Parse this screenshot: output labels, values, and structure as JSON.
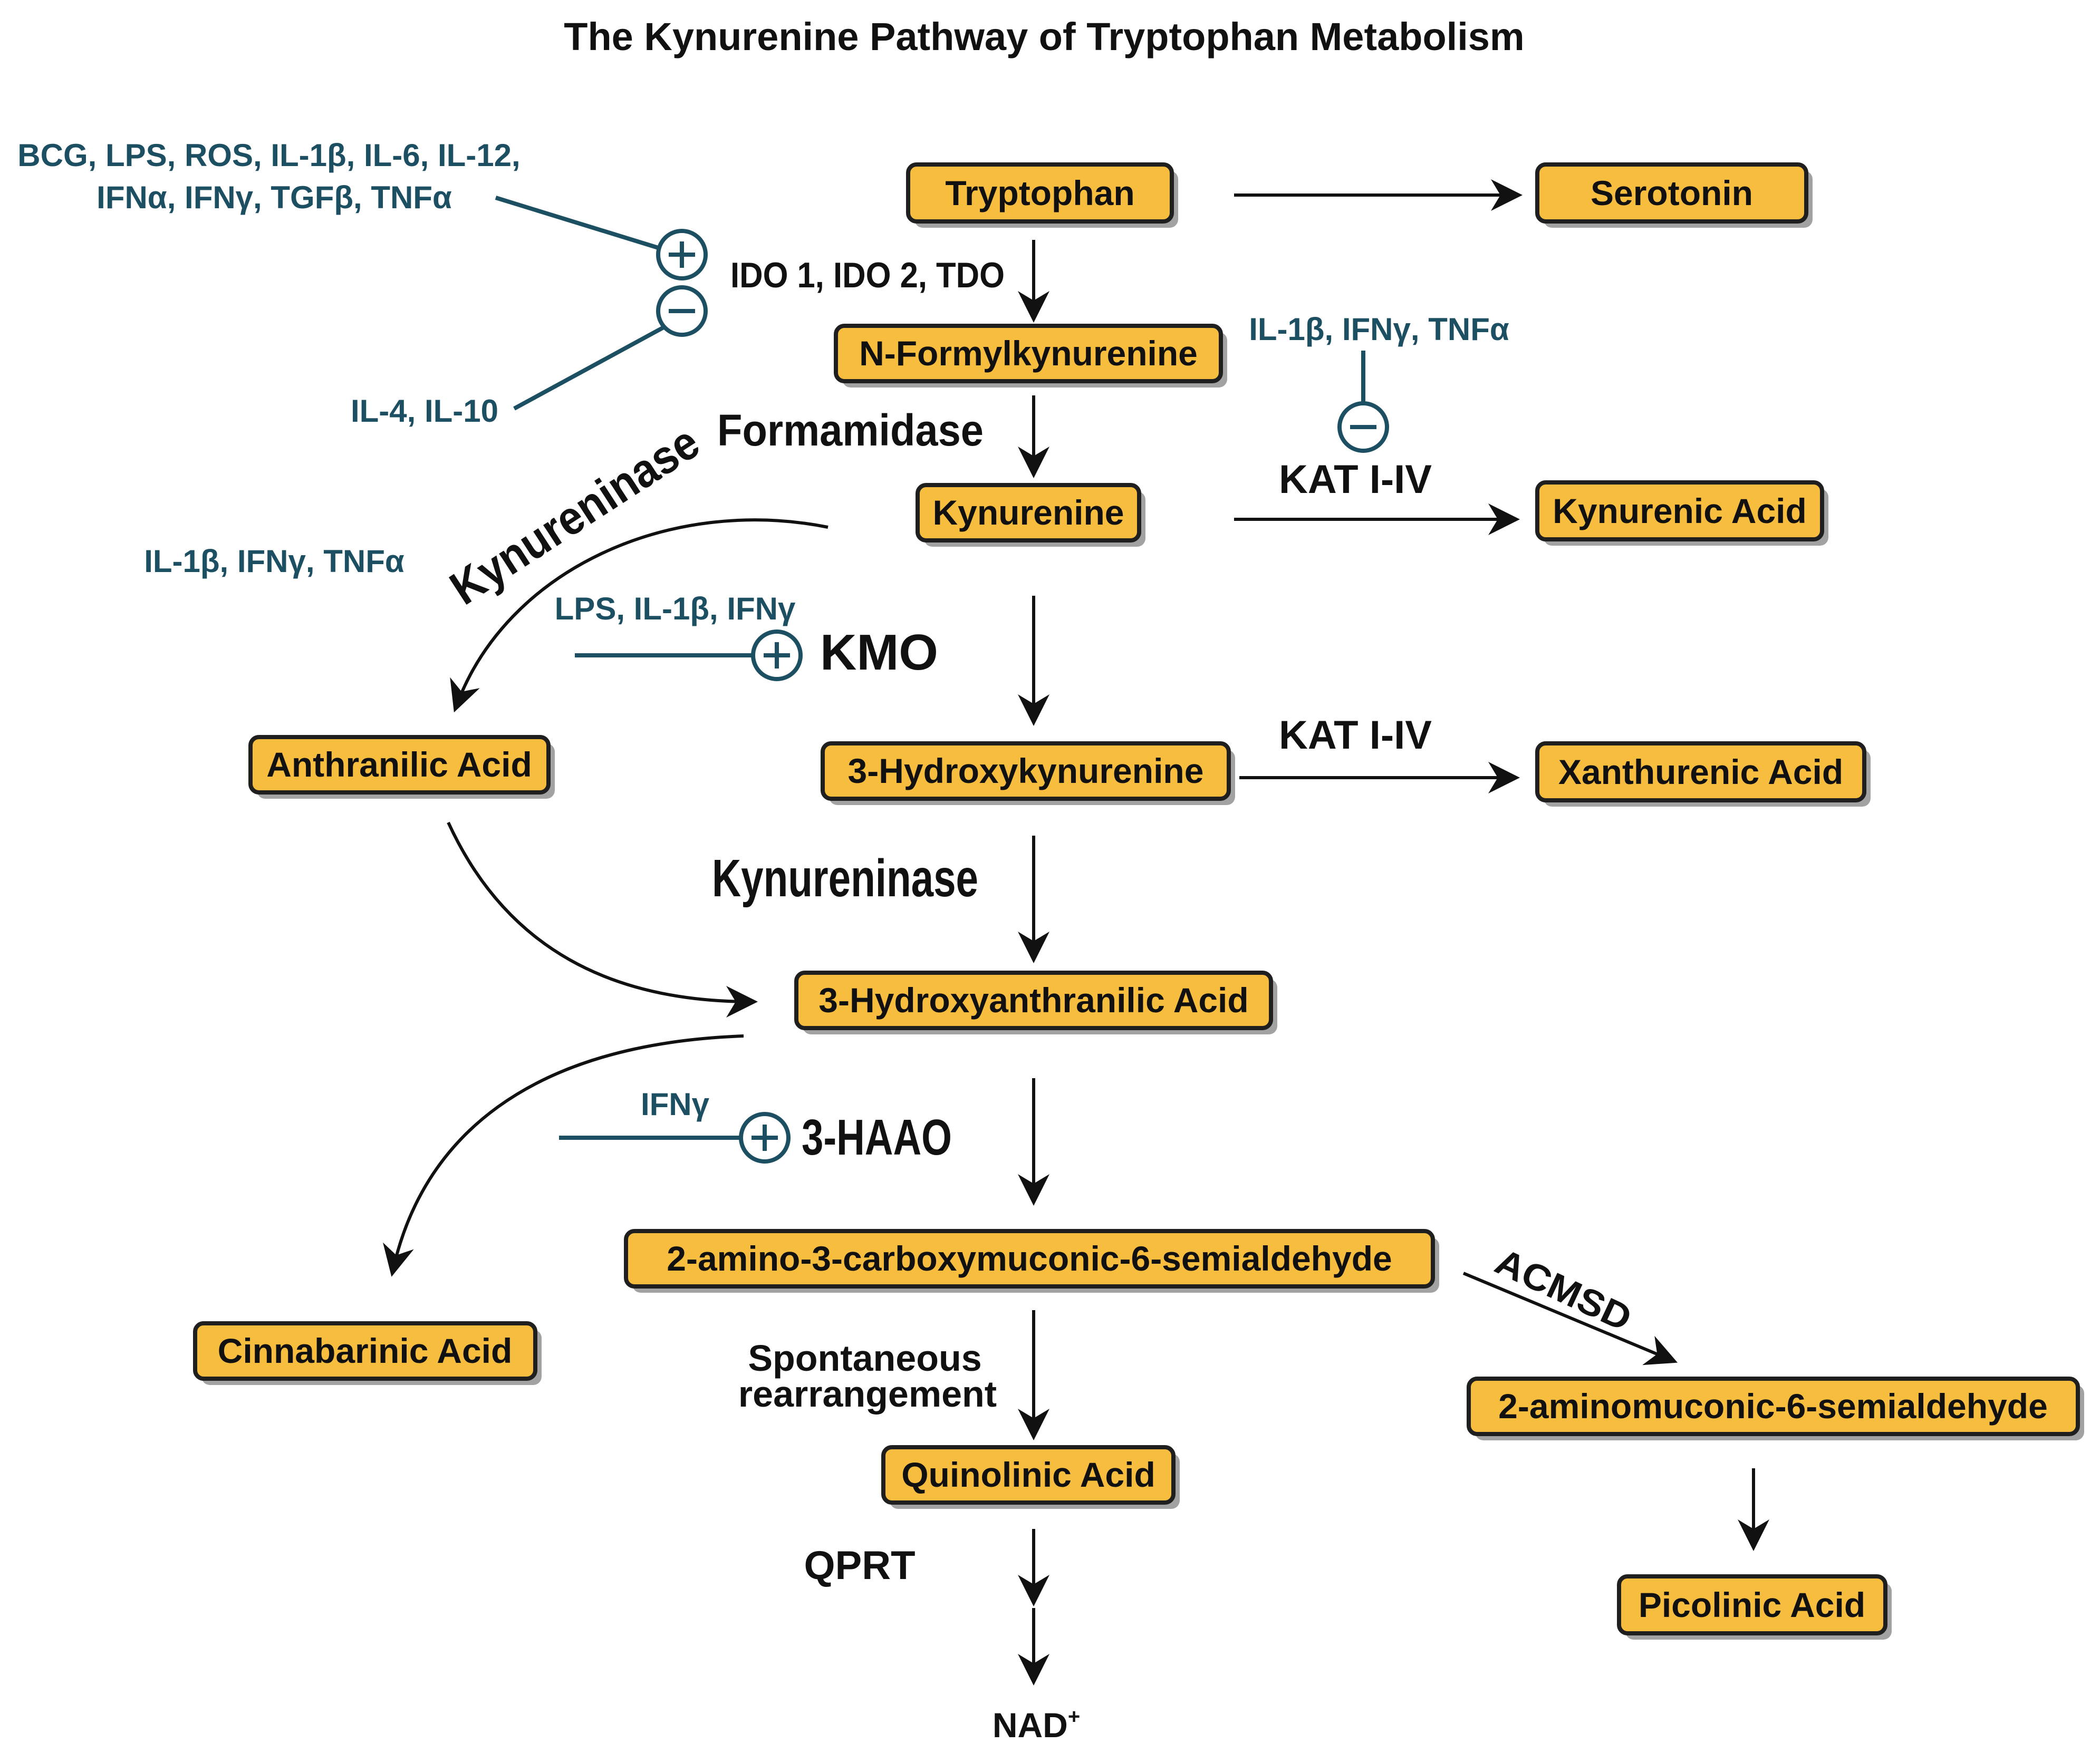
{
  "title": "The Kynurenine Pathway of Tryptophan Metabolism",
  "colors": {
    "box_fill": "#f7bd3e",
    "box_stroke": "#1f1f1f",
    "regulator_text": "#1d4f63",
    "text": "#111111"
  },
  "metabolites": {
    "tryptophan": "Tryptophan",
    "serotonin": "Serotonin",
    "n_formylkynurenine": "N-Formylkynurenine",
    "kynurenine": "Kynurenine",
    "kynurenic_acid": "Kynurenic Acid",
    "anthranilic_acid": "Anthranilic Acid",
    "hydroxykynurenine": "3-Hydroxykynurenine",
    "xanthurenic_acid": "Xanthurenic Acid",
    "hydroxyanthranilic_acid": "3-Hydroxyanthranilic Acid",
    "acms": "2-amino-3-carboxymuconic-6-semialdehyde",
    "cinnabarinic_acid": "Cinnabarinic Acid",
    "ams": "2-aminomuconic-6-semialdehyde",
    "quinolinic_acid": "Quinolinic Acid",
    "picolinic_acid": "Picolinic Acid",
    "nad_base": "NAD",
    "nad_sup": "+"
  },
  "enzymes": {
    "ido_tdo": "IDO 1, IDO 2, TDO",
    "formamidase": "Formamidase",
    "kat_1": "KAT I-IV",
    "kat_2": "KAT I-IV",
    "kynureninase_curved": "Kynureninase",
    "kynureninase": "Kynureninase",
    "kmo": "KMO",
    "haao": "3-HAAO",
    "acmsd": "ACMSD",
    "spontaneous_line1": "Spontaneous",
    "spontaneous_line2": "rearrangement",
    "qprt": "QPRT"
  },
  "regulators": {
    "ido_activators_line1": "BCG, LPS, ROS, IL-1β, IL-6, IL-12,",
    "ido_activators_line2": "IFNα, IFNγ, TGFβ, TNFα",
    "ido_inhibitors": "IL-4, IL-10",
    "kat_inhibitors": "IL-1β,  IFNγ, TNFα",
    "kynureninase_regulators": "IL-1β,  IFNγ, TNFα",
    "kmo_activators": "LPS, IL-1β, IFNγ",
    "haao_activators": "IFNγ"
  },
  "signs": {
    "plus": "+",
    "minus": "−"
  }
}
